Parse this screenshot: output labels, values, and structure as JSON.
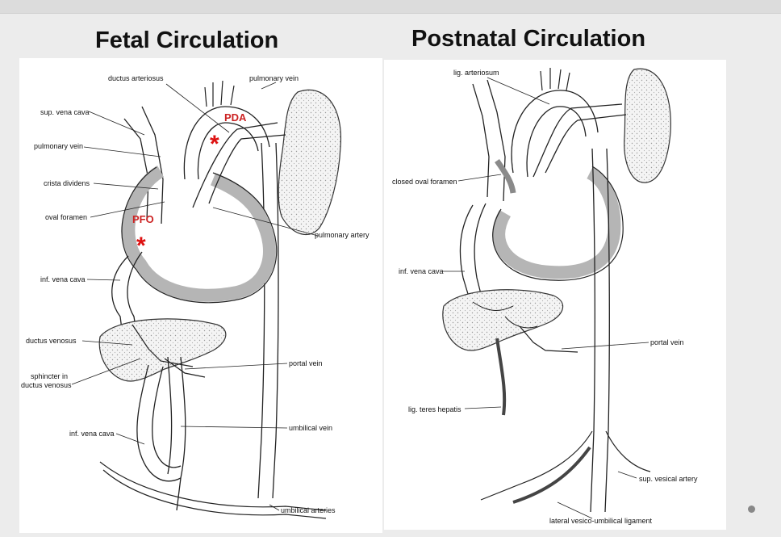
{
  "titles": {
    "left": "Fetal Circulation",
    "right": "Postnatal Circulation"
  },
  "fetal": {
    "labels": {
      "ductus_arteriosus": "ductus arteriosus",
      "pulmonary_vein_top": "pulmonary vein",
      "sup_vena_cava": "sup. vena cava",
      "pulmonary_vein_left": "pulmonary vein",
      "crista_dividens": "crista dividens",
      "oval_foramen": "oval foramen",
      "pulmonary_artery": "pulmonary artery",
      "inf_vena_cava_upper": "inf. vena cava",
      "ductus_venosus": "ductus venosus",
      "portal_vein": "portal vein",
      "sphincter_line1": "sphincter in",
      "sphincter_line2": "ductus venosus",
      "umbilical_vein": "umbilical vein",
      "inf_vena_cava_lower": "inf. vena cava",
      "umbilical_arteries": "umbilical arteries"
    },
    "markers": {
      "pda": "PDA",
      "pfo": "PFO",
      "asterisk": "*"
    }
  },
  "postnatal": {
    "labels": {
      "lig_arteriosum": "lig. arteriosum",
      "closed_oval_foramen": "closed oval foramen",
      "inf_vena_cava": "inf. vena cava",
      "portal_vein": "portal vein",
      "lig_teres_hepatis": "lig. teres hepatis",
      "sup_vesical_artery": "sup. vesical artery",
      "lateral_ligament": "lateral vesico-umbilical ligament"
    }
  },
  "colors": {
    "marker_red": "#cc2222",
    "wall_gray": "#b5b5b5",
    "stipple": "#e4e4e4"
  }
}
